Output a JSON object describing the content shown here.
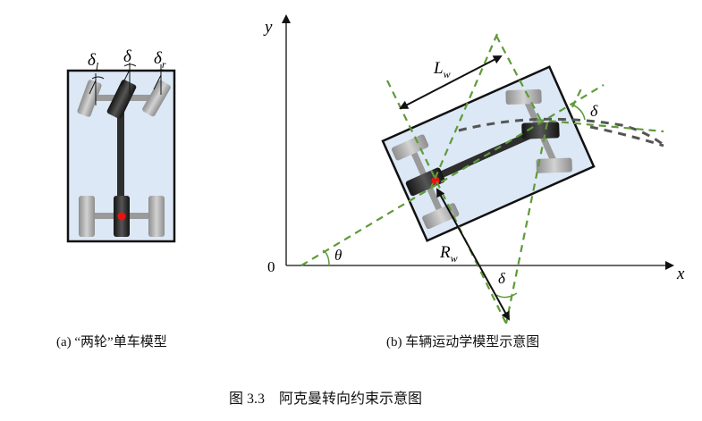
{
  "figure": {
    "caption": "图 3.3    阿克曼转向约束示意图"
  },
  "subfig_a": {
    "caption": "(a) “两轮”单车模型",
    "labels": {
      "delta_l_base": "δ",
      "delta_l_sub": "l",
      "delta": "δ",
      "delta_r_base": "δ",
      "delta_r_sub": "r"
    }
  },
  "subfig_b": {
    "caption": "(b) 车辆运动学模型示意图",
    "axes": {
      "y": "y",
      "x": "x",
      "origin": "0"
    },
    "labels": {
      "Lw_base": "L",
      "Lw_sub": "w",
      "Rw_base": "R",
      "Rw_sub": "w",
      "theta": "θ",
      "delta_top": "δ",
      "delta_bottom": "δ"
    }
  },
  "colors": {
    "body_fill": "#dce8f5",
    "outline": "#111111",
    "guide_green": "#5f9a3a",
    "arc_gray": "#555555",
    "rear_point": "#ee1111",
    "wheel_dark": "#2a2a2a",
    "wheel_light": "#a8a8a8"
  }
}
